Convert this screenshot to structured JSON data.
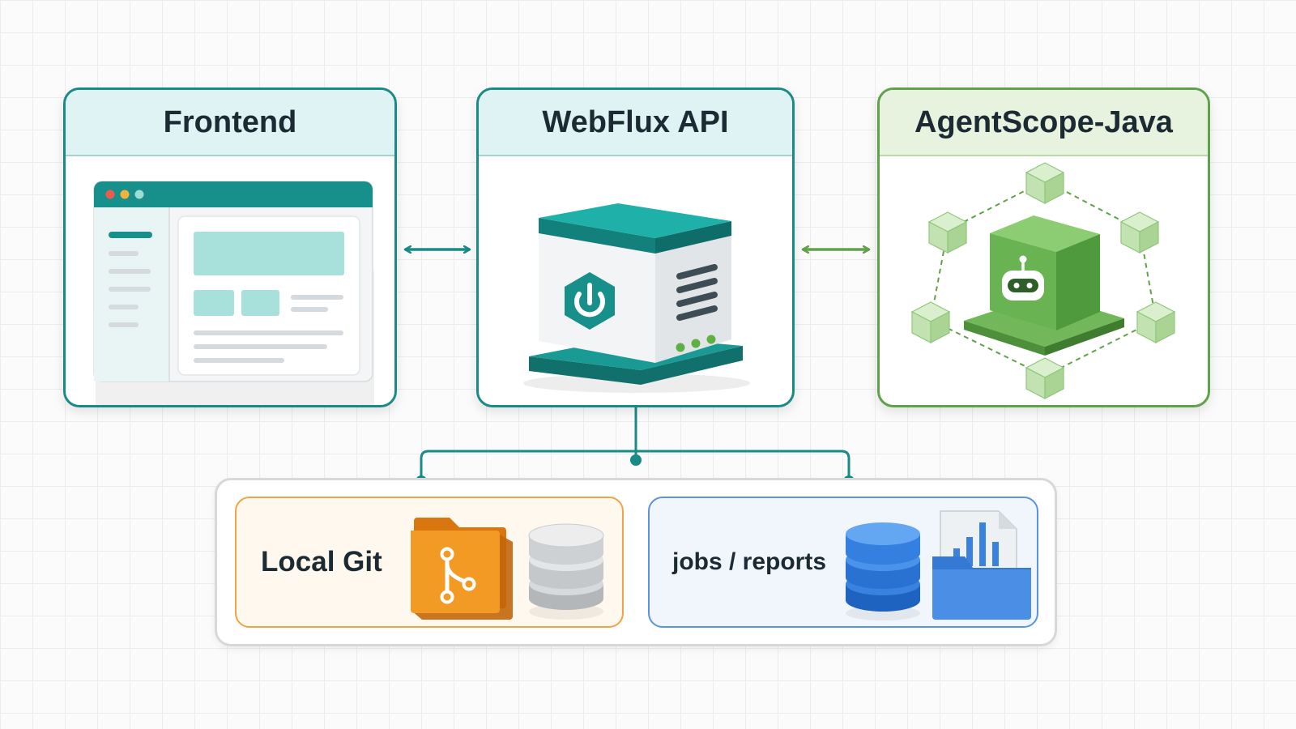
{
  "diagram": {
    "nodes": {
      "frontend": {
        "title": "Frontend",
        "icon": "browser-window-icon",
        "border_color": "#1a8a87"
      },
      "webflux": {
        "title": "WebFlux API",
        "icon": "server-power-icon",
        "border_color": "#1a8a87"
      },
      "agentscope": {
        "title": "AgentScope-Java",
        "icon": "agent-network-icon",
        "border_color": "#5fa24a"
      }
    },
    "storage": {
      "local_git": {
        "label": "Local Git",
        "icons": [
          "git-folder-icon",
          "database-icon"
        ],
        "border_color": "#f0a448"
      },
      "jobs_reports": {
        "label": "jobs / reports",
        "icons": [
          "database-icon",
          "report-folder-icon"
        ],
        "border_color": "#5b93dd"
      }
    },
    "edges": [
      {
        "from": "frontend",
        "to": "webflux",
        "style": "bidirectional-arrow"
      },
      {
        "from": "webflux",
        "to": "agentscope",
        "style": "bidirectional-arrow"
      },
      {
        "from": "webflux",
        "to": "local_git",
        "style": "line"
      },
      {
        "from": "webflux",
        "to": "jobs_reports",
        "style": "line"
      }
    ]
  }
}
